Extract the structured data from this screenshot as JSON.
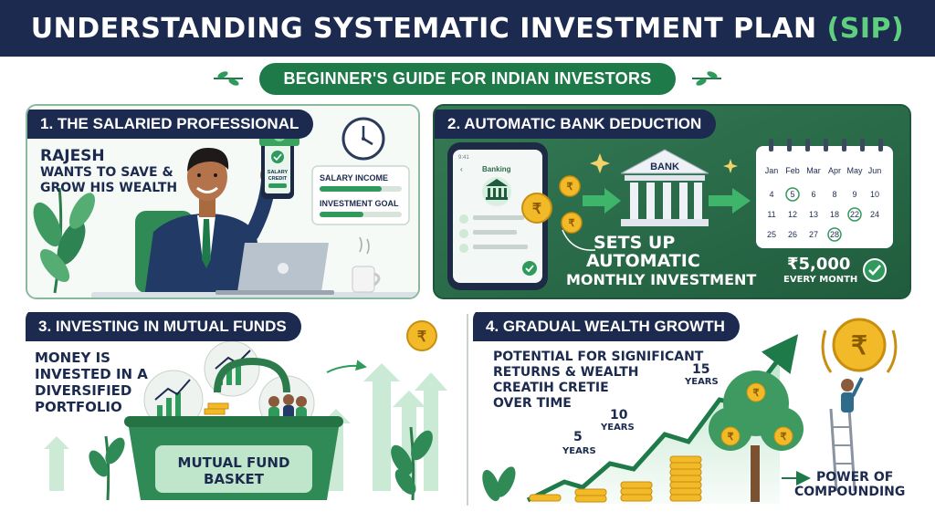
{
  "header": {
    "title_main": "UNDERSTANDING SYSTEMATIC INVESTMENT PLAN ",
    "title_accent": "(SIP)",
    "subtitle": "BEGINNER'S GUIDE FOR INDIAN INVESTORS"
  },
  "panel1": {
    "title": "1. THE SALARIED PROFESSIONAL",
    "name": "RAJESH",
    "caption_line1": "WANTS TO SAVE &",
    "caption_line2": "GROW HIS WEALTH",
    "phone_text_1": "SALARY",
    "phone_text_2": "CREDIT",
    "bar1_label": "SALARY INCOME",
    "bar2_label": "INVESTMENT GOAL"
  },
  "panel2": {
    "title": "2. AUTOMATIC BANK DEDUCTION",
    "phone_time": "9:41",
    "phone_app_label": "Banking",
    "bank_label": "BANK",
    "caption_line1": "SETS UP",
    "caption_line2": "AUTOMATIC",
    "caption_line3": "MONTHLY INVESTMENT",
    "calendar_months": [
      "Jan",
      "Feb",
      "Mar",
      "Apr",
      "May",
      "Jun"
    ],
    "calendar_rows": [
      [
        "4",
        "5",
        "6",
        "8",
        "9",
        "10"
      ],
      [
        "11",
        "12",
        "13",
        "18",
        "22",
        "24"
      ],
      [
        "25",
        "26",
        "27",
        "28"
      ]
    ],
    "amount": "₹5,000",
    "amount_sub": "EVERY MONTH"
  },
  "panel3": {
    "title": "3. INVESTING IN MUTUAL FUNDS",
    "caption_lines": [
      "MONEY IS",
      "INVESTED IN A",
      "DIVERSIFIED",
      "PORTFOLIO"
    ],
    "basket_line1": "MUTUAL FUND",
    "basket_line2": "BASKET"
  },
  "panel4": {
    "title": "4. GRADUAL WEALTH GROWTH",
    "caption_lines": [
      "POTENTIAL FOR SIGNIFICANT",
      "RETURNS & WEALTH",
      "CREATIH CRETIE",
      "OVER TIME"
    ],
    "milestones": [
      {
        "num": "5",
        "unit": "YEARS"
      },
      {
        "num": "10",
        "unit": "YEARS"
      },
      {
        "num": "15",
        "unit": "YEARS"
      }
    ],
    "footer_line1": "POWER OF",
    "footer_line2": "COMPOUNDING"
  },
  "symbols": {
    "rupee": "₹"
  },
  "colors": {
    "navy": "#1b2a4e",
    "green": "#1f7a49",
    "accent_green": "#5fcf7f",
    "gold": "#f2b928"
  }
}
